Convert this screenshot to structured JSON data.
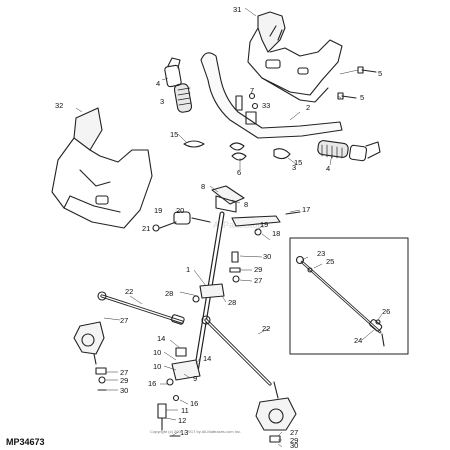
{
  "diagram_id": "MP34673",
  "copyright": "Copyright (c) 2004 - 2017 by All-Mattraces.com Inc.",
  "watermark": "AllPartsStore",
  "callouts": {
    "c31": "31",
    "c5a": "5",
    "c5b": "5",
    "c7": "7",
    "c33": "33",
    "c2": "2",
    "c4a": "4",
    "c3a": "3",
    "c32": "32",
    "c15a": "15",
    "c6": "6",
    "c3b": "3",
    "c4b": "4",
    "c15b": "15",
    "c8a": "8",
    "c8b": "8",
    "c17": "17",
    "c19": "19",
    "c20": "20",
    "c21": "21",
    "c19b": "19",
    "c18": "18",
    "c30a": "30",
    "c1": "1",
    "c29a": "29",
    "c27a": "27",
    "c28a": "28",
    "c28b": "28",
    "c22a": "22",
    "c27b": "27",
    "c22b": "22",
    "c23": "23",
    "c25": "25",
    "c26": "26",
    "c24": "24",
    "c14a": "14",
    "c14b": "14",
    "c10a": "10",
    "c10b": "10",
    "c9": "9",
    "c16a": "16",
    "c16b": "16",
    "c11": "11",
    "c12": "12",
    "c13": "13",
    "c27c": "27",
    "c29b": "29",
    "c30b": "30",
    "c27d": "27",
    "c29c": "29",
    "c30c": "30"
  }
}
